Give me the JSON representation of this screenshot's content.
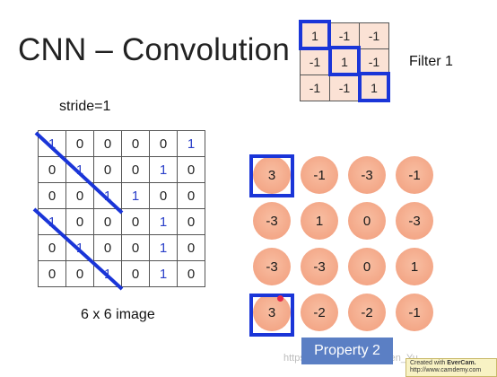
{
  "title": "CNN – Convolution",
  "stride_label": "stride=1",
  "image_caption": "6 x 6 image",
  "filter_label": "Filter 1",
  "image_matrix": [
    [
      "1",
      "0",
      "0",
      "0",
      "0",
      "1"
    ],
    [
      "0",
      "1",
      "0",
      "0",
      "1",
      "0"
    ],
    [
      "0",
      "0",
      "1",
      "1",
      "0",
      "0"
    ],
    [
      "1",
      "0",
      "0",
      "0",
      "1",
      "0"
    ],
    [
      "0",
      "1",
      "0",
      "0",
      "1",
      "0"
    ],
    [
      "0",
      "0",
      "1",
      "0",
      "1",
      "0"
    ]
  ],
  "image_blue_cells": [
    [
      0,
      0
    ],
    [
      0,
      5
    ],
    [
      1,
      1
    ],
    [
      1,
      4
    ],
    [
      2,
      2
    ],
    [
      2,
      3
    ],
    [
      3,
      0
    ],
    [
      3,
      4
    ],
    [
      4,
      1
    ],
    [
      4,
      4
    ],
    [
      5,
      2
    ],
    [
      5,
      4
    ]
  ],
  "filter_matrix": [
    [
      "1",
      "-1",
      "-1"
    ],
    [
      "-1",
      "1",
      "-1"
    ],
    [
      "-1",
      "-1",
      "1"
    ]
  ],
  "feature_map": [
    [
      "3",
      "-1",
      "-3",
      "-1"
    ],
    [
      "-3",
      "1",
      "0",
      "-3"
    ],
    [
      "-3",
      "-3",
      "0",
      "1"
    ],
    [
      "3",
      "-2",
      "-2",
      "-1"
    ]
  ],
  "property_button": "Property 2",
  "watermark": "https://blog.csdn.net/Karen_Yu_",
  "evercam_line1": "Created with",
  "evercam_brand": "EverCam.",
  "evercam_url": "http://www.camdemy.com",
  "colors": {
    "highlight": "#1a35d8",
    "circle_fill": "#f3a585",
    "filter_cell": "#fbe2d5",
    "blue_digit": "#2a3fc9",
    "property_button": "#5b7fc4",
    "pointer_dot": "#e62b4a"
  }
}
